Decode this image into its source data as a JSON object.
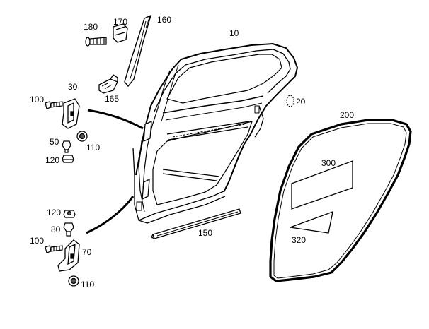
{
  "diagram": {
    "part_labels": {
      "p10": "10",
      "p20": "20",
      "p30": "30",
      "p50": "50",
      "p70": "70",
      "p80": "80",
      "p100a": "100",
      "p100b": "100",
      "p110a": "110",
      "p110b": "110",
      "p120a": "120",
      "p120b": "120",
      "p150": "150",
      "p160": "160",
      "p165": "165",
      "p170": "170",
      "p180": "180",
      "p200": "200",
      "p300": "300",
      "p320": "320"
    }
  }
}
